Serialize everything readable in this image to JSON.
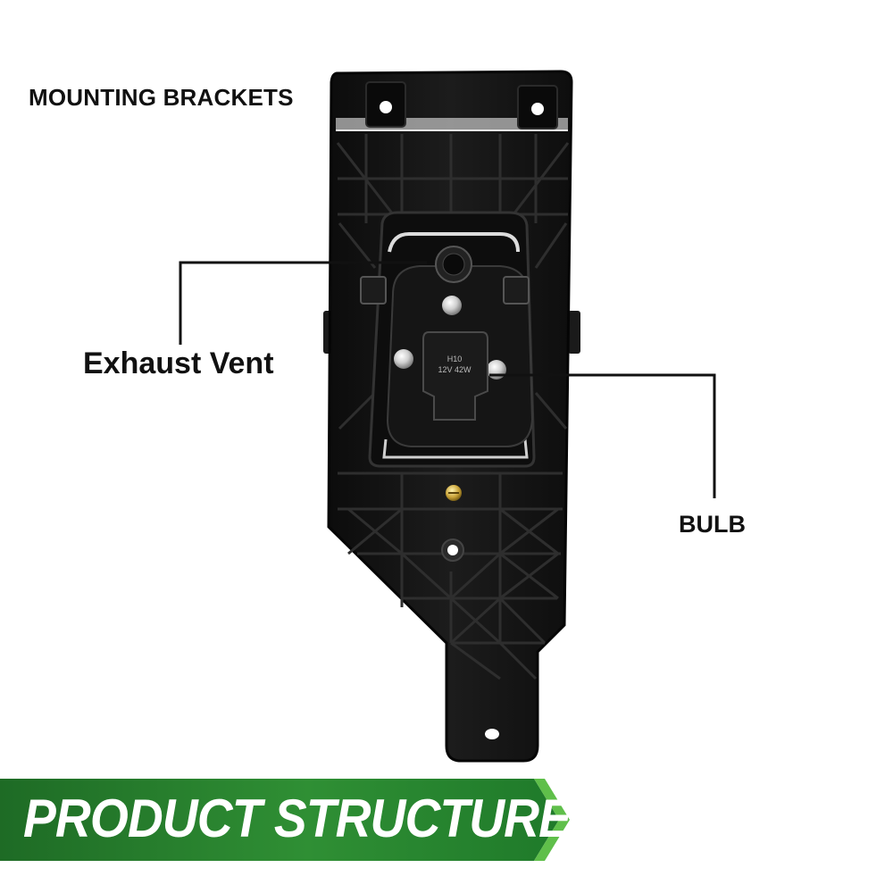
{
  "labels": {
    "mounting_brackets": "MOUNTING BRACKETS",
    "exhaust_vent": "Exhaust Vent",
    "bulb": "BULB"
  },
  "bulb_markings": {
    "type": "H10",
    "rating": "12V 42W"
  },
  "banner": {
    "text": "PRODUCT STRUCTURE"
  },
  "colors": {
    "banner_dark_green": "#1f7a2a",
    "banner_light_green": "#5fbf4a",
    "housing_black": "#141414",
    "label_text": "#111111"
  }
}
